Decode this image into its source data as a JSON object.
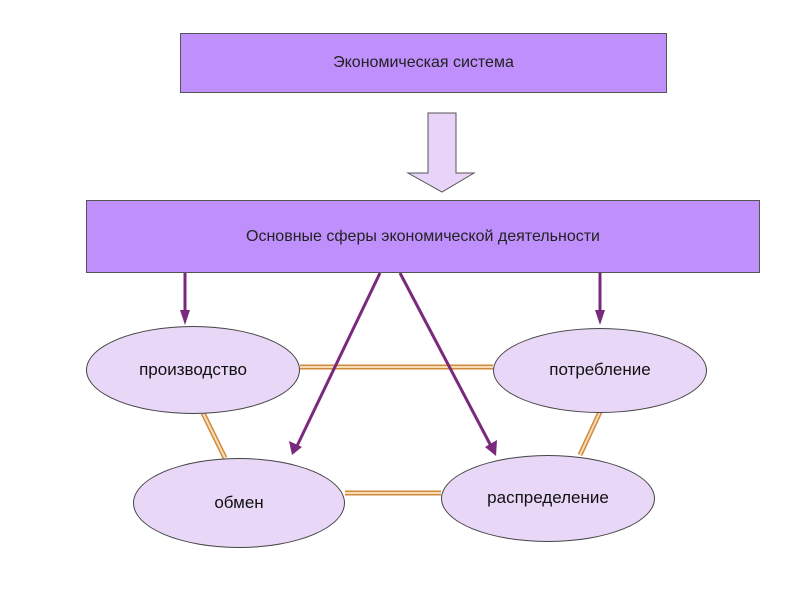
{
  "diagram": {
    "top_box": {
      "label": "Экономическая система"
    },
    "main_box": {
      "label": "Основные сферы экономической деятельности"
    },
    "nodes": {
      "production": "производство",
      "consumption": "потребление",
      "exchange": "обмен",
      "distribution": "распределение"
    },
    "colors": {
      "box_fill": "#BF8FFC",
      "ellipse_fill": "#E8D7F7",
      "block_arrow_fill": "#E8D4F8",
      "arrow_stroke": "#7A2A7C",
      "connector_outer": "#D08A3C",
      "connector_inner": "#F7DCB8"
    }
  }
}
